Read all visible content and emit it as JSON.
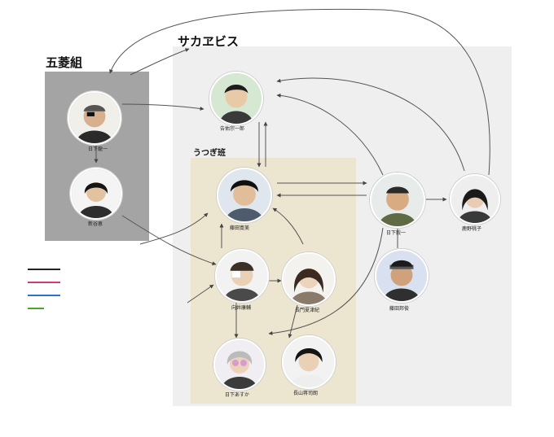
{
  "groups": {
    "sakae": "サカヱビス",
    "goryo": "五菱組",
    "utsugi": "うつぎ班"
  },
  "characters": {
    "sagara": "告佑宗一郎",
    "kusaka_ichi": "日下龍一",
    "shinya": "新谷恵",
    "fujita_kan": "藤田寛美",
    "kusaka_ki": "日下毅一",
    "kano": "鹿野桃子",
    "fujita_hou": "藤田邦俊",
    "mukai": "向井康輔",
    "nagato": "長門夏津紀",
    "kusaka_asuka": "日下あすか",
    "nagayama": "長山蒋司朗"
  },
  "colors": {
    "relation": "#222222",
    "feeling": "#d9367a",
    "position": "#2e6fd2",
    "age": "#4aa52a",
    "goryo_bg": "#a4a4a4",
    "sakae_bg": "#efefef",
    "utsugi_bg": "#ece5cf"
  }
}
